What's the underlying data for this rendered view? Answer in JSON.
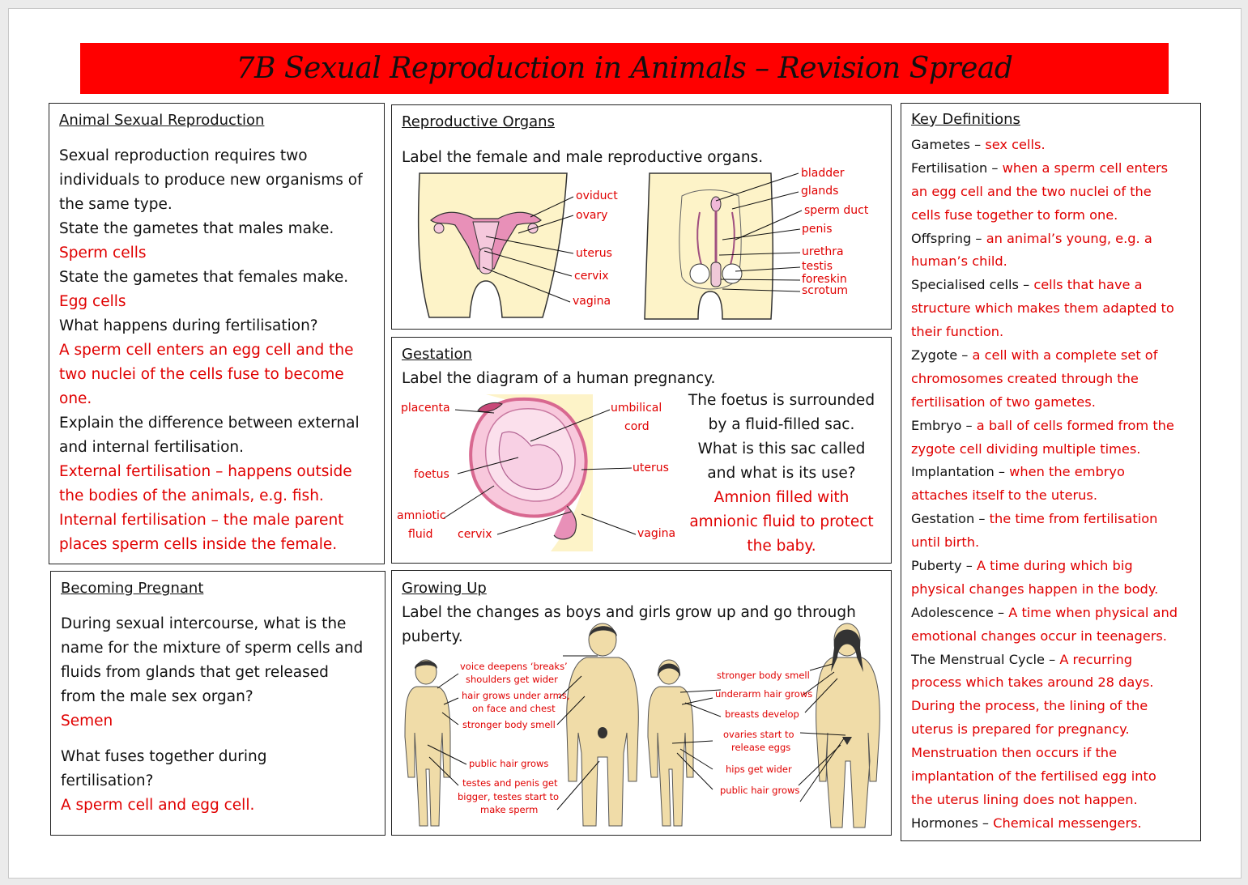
{
  "title": "7B Sexual Reproduction in Animals – Revision Spread",
  "animal_sexual_reproduction": {
    "heading": "Animal Sexual Reproduction",
    "lines": [
      {
        "t": "Sexual reproduction requires two",
        "c": "blk"
      },
      {
        "t": "individuals to produce new organisms of",
        "c": "blk"
      },
      {
        "t": "the same type.",
        "c": "blk"
      },
      {
        "t": "State the gametes that males make.",
        "c": "blk"
      },
      {
        "t": "Sperm cells",
        "c": "red"
      },
      {
        "t": "State the gametes that females make.",
        "c": "blk"
      },
      {
        "t": "Egg cells",
        "c": "red"
      },
      {
        "t": "What happens during fertilisation?",
        "c": "blk"
      },
      {
        "t": "A sperm cell enters an egg cell and the",
        "c": "red"
      },
      {
        "t": "two nuclei of the cells fuse to become",
        "c": "red"
      },
      {
        "t": "one.",
        "c": "red"
      },
      {
        "t": "Explain the difference between external",
        "c": "blk"
      },
      {
        "t": "and internal fertilisation.",
        "c": "blk"
      },
      {
        "t": "External fertilisation – happens outside",
        "c": "red"
      },
      {
        "t": "the bodies of the animals, e.g. fish.",
        "c": "red"
      },
      {
        "t": "Internal fertilisation – the male parent",
        "c": "red"
      },
      {
        "t": "places sperm cells inside the female.",
        "c": "red"
      }
    ]
  },
  "becoming_pregnant": {
    "heading": "Becoming Pregnant",
    "lines1": [
      {
        "t": "During sexual intercourse, what is the",
        "c": "blk"
      },
      {
        "t": "name for the mixture of sperm cells and",
        "c": "blk"
      },
      {
        "t": "fluids from glands that get released",
        "c": "blk"
      },
      {
        "t": "from the male sex organ?",
        "c": "blk"
      },
      {
        "t": "Semen",
        "c": "red"
      }
    ],
    "lines2": [
      {
        "t": " What fuses together during",
        "c": "blk"
      },
      {
        "t": "fertilisation?",
        "c": "blk"
      },
      {
        "t": "A sperm cell and egg cell.",
        "c": "red"
      }
    ]
  },
  "reproductive_organs": {
    "heading": "Reproductive Organs",
    "instruction": "Label the female and male reproductive organs.",
    "female_labels": [
      "oviduct",
      "ovary",
      "uterus",
      "cervix",
      "vagina"
    ],
    "male_labels": [
      "bladder",
      "glands",
      "sperm duct",
      "penis",
      "urethra",
      "testis",
      "foreskin",
      "scrotum"
    ]
  },
  "gestation": {
    "heading": "Gestation",
    "instruction": "Label the diagram of a human pregnancy.",
    "labels": {
      "placenta": "placenta",
      "umbilical": "umbilical",
      "cord": "cord",
      "uterus": "uterus",
      "foetus": "foetus",
      "amniotic": "amniotic",
      "fluid": "fluid",
      "cervix": "cervix",
      "vagina": "vagina"
    },
    "question": [
      "The foetus is surrounded",
      "by a fluid-filled sac.",
      "What is this sac called",
      "and what is its use?"
    ],
    "answer": [
      "Amnion filled with",
      "amnionic fluid to protect",
      "the baby."
    ]
  },
  "growing_up": {
    "heading": "Growing Up",
    "instruction": [
      "Label the changes as boys and girls grow up and go through",
      "puberty."
    ],
    "boy_labels": {
      "voice1": "voice deepens ‘breaks’",
      "voice2": "shoulders get wider",
      "hair1": "hair grows under arms,",
      "hair2": "on face and chest",
      "smell": "stronger body smell",
      "pubic": "public hair grows",
      "testes1": "testes and penis get",
      "testes2": "bigger, testes start to",
      "testes3": "make sperm"
    },
    "girl_labels": {
      "smell": "stronger body smell",
      "underarm": "underarm hair grows",
      "breasts": "breasts develop",
      "ovaries1": "ovaries start to",
      "ovaries2": "release eggs",
      "hips": "hips get wider",
      "pubic": "public hair grows"
    }
  },
  "key_definitions": {
    "heading": "Key Definitions",
    "lines": [
      [
        {
          "t": "Gametes – ",
          "c": "blk"
        },
        {
          "t": "sex cells.",
          "c": "red"
        }
      ],
      [
        {
          "t": "Fertilisation – ",
          "c": "blk"
        },
        {
          "t": "when a sperm cell enters",
          "c": "red"
        }
      ],
      [
        {
          "t": "an egg cell and the two nuclei of the",
          "c": "red"
        }
      ],
      [
        {
          "t": "cells fuse together to form one.",
          "c": "red"
        }
      ],
      [
        {
          "t": "Offspring – ",
          "c": "blk"
        },
        {
          "t": "an animal’s young, e.g. a",
          "c": "red"
        }
      ],
      [
        {
          "t": "human’s child.",
          "c": "red"
        }
      ],
      [
        {
          "t": "Specialised cells – ",
          "c": "blk"
        },
        {
          "t": "cells that have a",
          "c": "red"
        }
      ],
      [
        {
          "t": "structure which makes them adapted to",
          "c": "red"
        }
      ],
      [
        {
          "t": "their function.",
          "c": "red"
        }
      ],
      [
        {
          "t": "Zygote – ",
          "c": "blk"
        },
        {
          "t": "a cell with a complete set of",
          "c": "red"
        }
      ],
      [
        {
          "t": "chromosomes created through the",
          "c": "red"
        }
      ],
      [
        {
          "t": "fertilisation of two gametes.",
          "c": "red"
        }
      ],
      [
        {
          "t": "Embryo – ",
          "c": "blk"
        },
        {
          "t": "a ball of cells formed from the",
          "c": "red"
        }
      ],
      [
        {
          "t": "zygote cell dividing multiple times.",
          "c": "red"
        }
      ],
      [
        {
          "t": "Implantation – ",
          "c": "blk"
        },
        {
          "t": "when the embryo",
          "c": "red"
        }
      ],
      [
        {
          "t": "attaches itself to the uterus.",
          "c": "red"
        }
      ],
      [
        {
          "t": "Gestation – ",
          "c": "blk"
        },
        {
          "t": "the time from fertilisation",
          "c": "red"
        }
      ],
      [
        {
          "t": "until birth.",
          "c": "red"
        }
      ],
      [
        {
          "t": "Puberty – ",
          "c": "blk"
        },
        {
          "t": "A time during which big",
          "c": "red"
        }
      ],
      [
        {
          "t": "physical changes happen in the body.",
          "c": "red"
        }
      ],
      [
        {
          "t": "Adolescence – ",
          "c": "blk"
        },
        {
          "t": "A time when physical and",
          "c": "red"
        }
      ],
      [
        {
          "t": "emotional changes occur in teenagers.",
          "c": "red"
        }
      ],
      [
        {
          "t": "The Menstrual Cycle – ",
          "c": "blk"
        },
        {
          "t": "A recurring",
          "c": "red"
        }
      ],
      [
        {
          "t": "process which takes around 28 days.",
          "c": "red"
        }
      ],
      [
        {
          "t": "During the process, the lining of the",
          "c": "red"
        }
      ],
      [
        {
          "t": "uterus is prepared for pregnancy.",
          "c": "red"
        }
      ],
      [
        {
          "t": "Menstruation then occurs if the",
          "c": "red"
        }
      ],
      [
        {
          "t": "implantation of the fertilised egg into",
          "c": "red"
        }
      ],
      [
        {
          "t": "the uterus lining does not happen.",
          "c": "red"
        }
      ],
      [
        {
          "t": "Hormones – ",
          "c": "blk"
        },
        {
          "t": "Chemical messengers.",
          "c": "red"
        }
      ]
    ]
  }
}
